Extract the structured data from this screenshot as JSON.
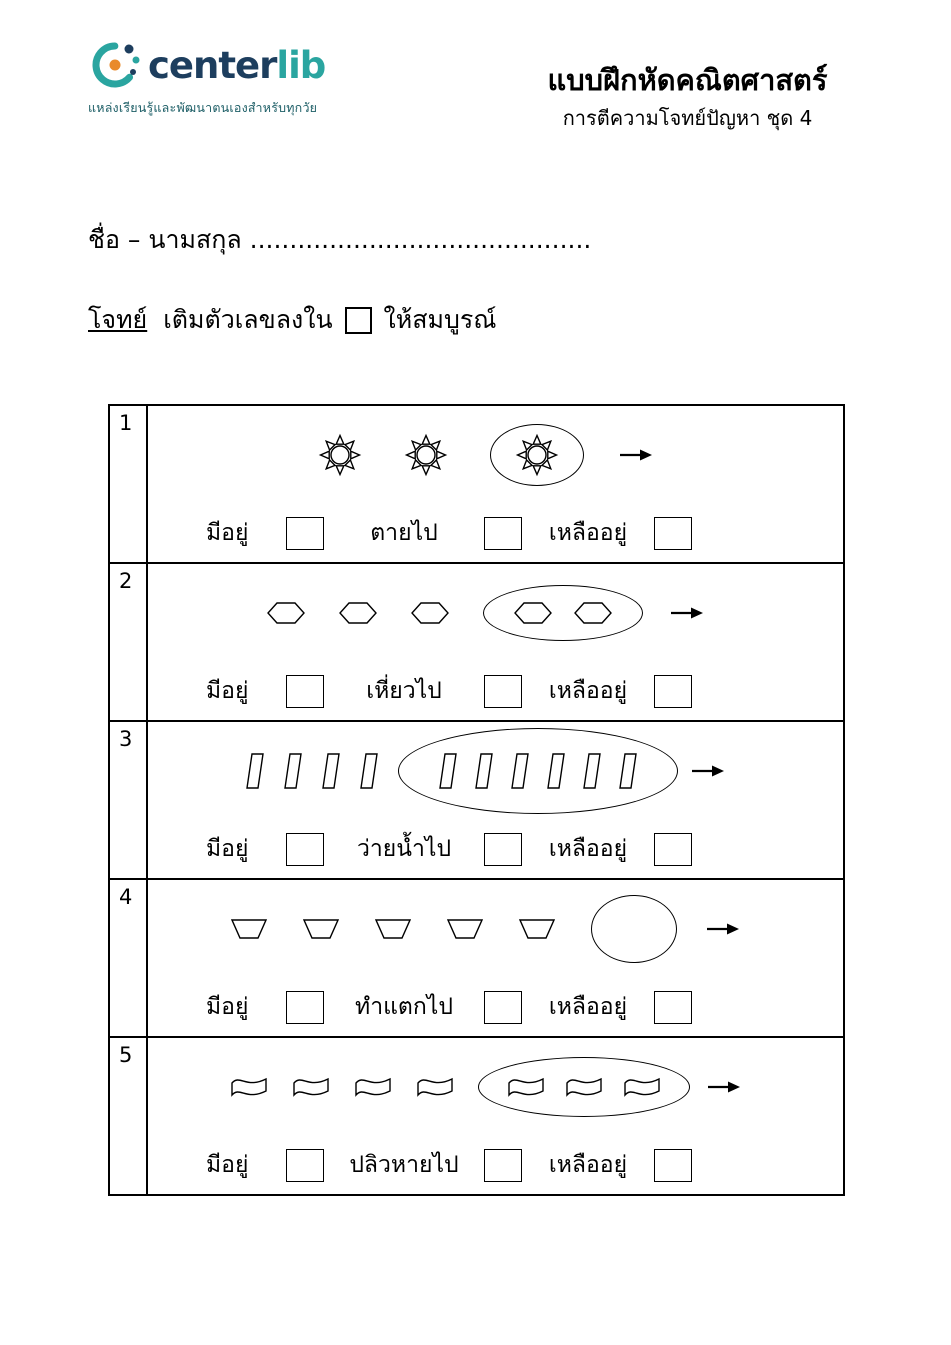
{
  "page": {
    "background": "#ffffff"
  },
  "header": {
    "logo": {
      "brand_primary": "center",
      "brand_secondary": "lib",
      "tagline": "แหล่งเรียนรู้และพัฒนาตนเองสำหรับทุกวัย",
      "color_primary": "#1d3e5e",
      "color_secondary": "#2aa5a0",
      "color_accent": "#e98a2b"
    },
    "title": "แบบฝึกหัดคณิตศาสตร์",
    "subtitle": "การตีความโจทย์ปัญหา ชุด 4"
  },
  "form": {
    "name_line": "ชื่อ – นามสกุล ...........................................",
    "instruction": {
      "prefix": "โจทย์",
      "before_box": "เติมตัวเลขลงใน",
      "after_box": "ให้สมบูรณ์"
    }
  },
  "problems": [
    {
      "number": "1",
      "shape": "sun",
      "outside_count": 2,
      "circled_count": 1,
      "have_label": "มีอยู่",
      "action_label": "ตายไป",
      "remain_label": "เหลืออยู่"
    },
    {
      "number": "2",
      "shape": "hexagon",
      "outside_count": 3,
      "circled_count": 2,
      "have_label": "มีอยู่",
      "action_label": "เหี่ยวไป",
      "remain_label": "เหลืออยู่"
    },
    {
      "number": "3",
      "shape": "bar",
      "outside_count": 4,
      "circled_count": 6,
      "have_label": "มีอยู่",
      "action_label": "ว่ายน้ำไป",
      "remain_label": "เหลืออยู่"
    },
    {
      "number": "4",
      "shape": "trapezoid",
      "outside_count": 5,
      "circled_count": 0,
      "have_label": "มีอยู่",
      "action_label": "ทำแตกไป",
      "remain_label": "เหลืออยู่"
    },
    {
      "number": "5",
      "shape": "flag",
      "outside_count": 4,
      "circled_count": 3,
      "have_label": "มีอยู่",
      "action_label": "ปลิวหายไป",
      "remain_label": "เหลืออยู่"
    }
  ]
}
